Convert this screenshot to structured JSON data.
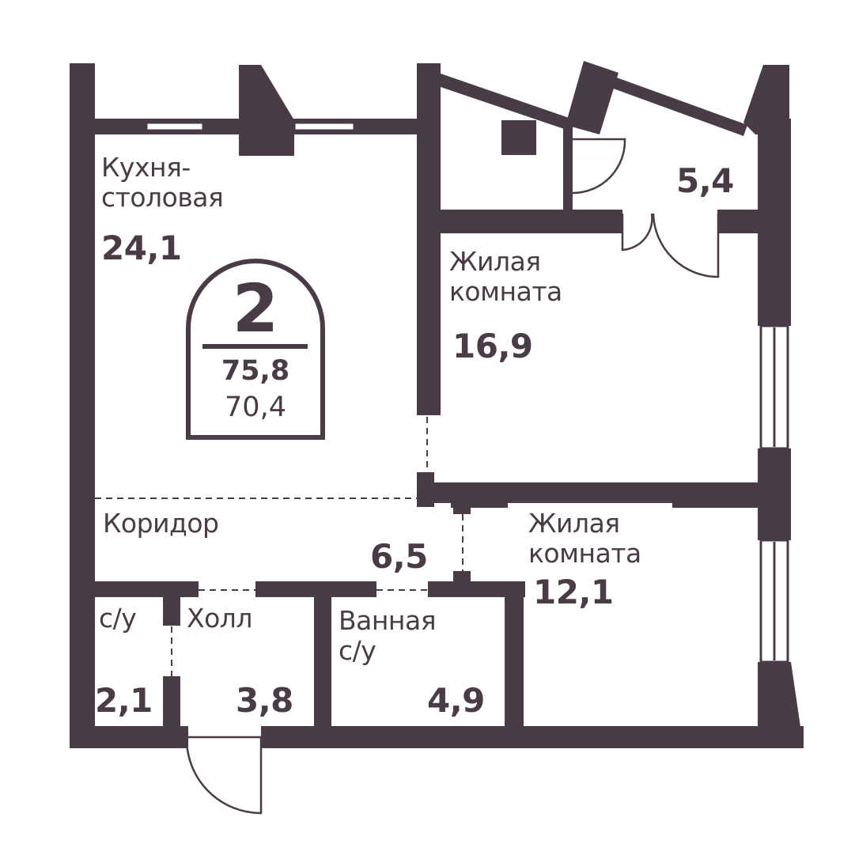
{
  "colors": {
    "wall": "#4a3c46",
    "background": "#ffffff"
  },
  "badge": {
    "rooms": "2",
    "total_area": "75,8",
    "living_area": "70,4"
  },
  "rooms": {
    "kitchen": {
      "name_line1": "Кухня-",
      "name_line2": "столовая",
      "area": "24,1"
    },
    "storage": {
      "area": "5,4"
    },
    "living1": {
      "name_line1": "Жилая",
      "name_line2": "комната",
      "area": "16,9"
    },
    "corridor": {
      "name": "Коридор",
      "area": "6,5"
    },
    "living2": {
      "name_line1": "Жилая",
      "name_line2": "комната",
      "area": "12,1"
    },
    "wc": {
      "name": "с/у",
      "area": "2,1"
    },
    "hall": {
      "name": "Холл",
      "area": "3,8"
    },
    "bath": {
      "name_line1": "Ванная",
      "name_line2": "с/у",
      "area": "4,9"
    }
  }
}
